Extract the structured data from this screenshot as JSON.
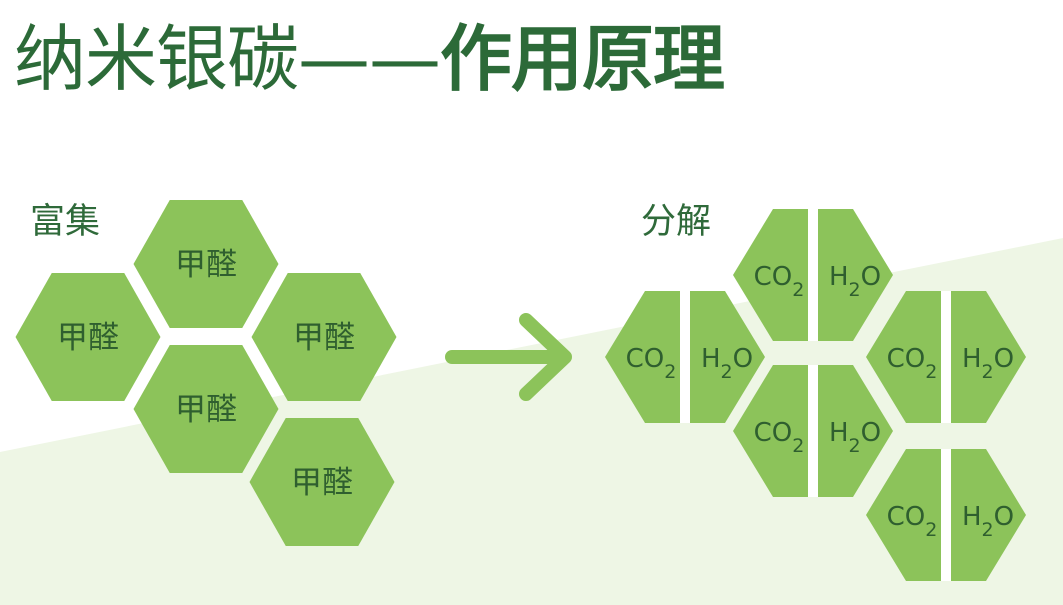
{
  "title": {
    "prefix": "纳米银碳",
    "dash": "——",
    "emphasis": "作用原理"
  },
  "colors": {
    "title": "#2c6a38",
    "hex_fill": "#8cc35a",
    "background_wash": "#eef6e5",
    "text": "#2f5f2f"
  },
  "sections": {
    "left_label": "富集",
    "right_label": "分解"
  },
  "icons": {
    "process_arrow": "right-arrow-icon"
  },
  "left_cluster": {
    "items": [
      {
        "label": "甲醛"
      },
      {
        "label": "甲醛"
      },
      {
        "label": "甲醛"
      },
      {
        "label": "甲醛"
      },
      {
        "label": "甲醛"
      }
    ]
  },
  "right_cluster": {
    "items": [
      {
        "left_base": "CO",
        "left_sub": "2",
        "left_tail": "",
        "right_base": "H",
        "right_sub": "2",
        "right_tail": "O"
      },
      {
        "left_base": "CO",
        "left_sub": "2",
        "left_tail": "",
        "right_base": "H",
        "right_sub": "2",
        "right_tail": "O"
      },
      {
        "left_base": "CO",
        "left_sub": "2",
        "left_tail": "",
        "right_base": "H",
        "right_sub": "2",
        "right_tail": "O"
      },
      {
        "left_base": "CO",
        "left_sub": "2",
        "left_tail": "",
        "right_base": "H",
        "right_sub": "2",
        "right_tail": "O"
      },
      {
        "left_base": "CO",
        "left_sub": "2",
        "left_tail": "",
        "right_base": "H",
        "right_sub": "2",
        "right_tail": "O"
      }
    ]
  }
}
